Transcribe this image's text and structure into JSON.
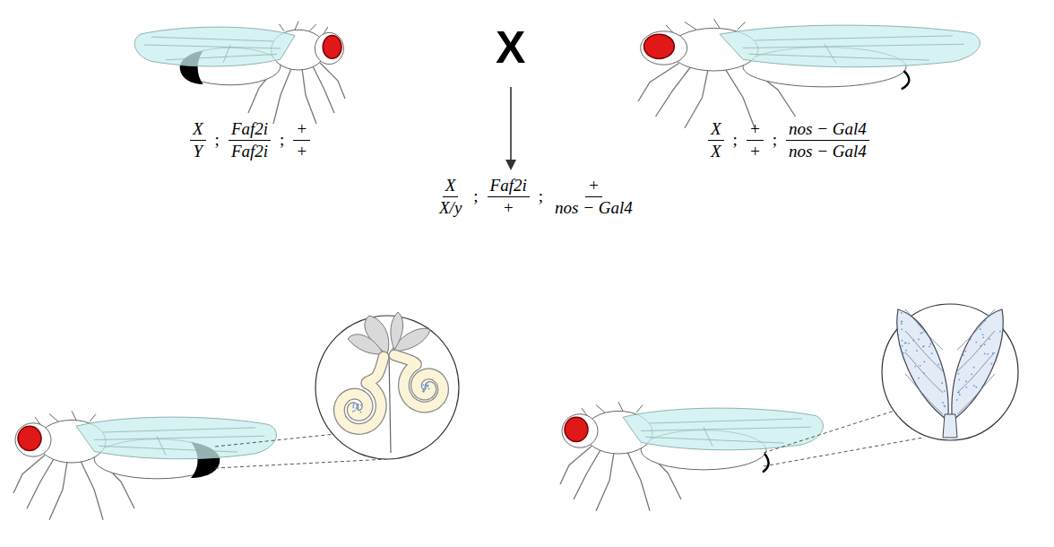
{
  "diagram": {
    "labels": [
      "X",
      "X",
      "Y",
      ";",
      "Faf2i",
      "Faf2i",
      ";",
      "+",
      "+",
      "X",
      "X",
      ";",
      "+",
      "+",
      ";",
      "nos − Gal4",
      "nos − Gal4",
      "X",
      "X/y",
      ";",
      "Faf2i",
      "+",
      ";",
      "+",
      "nos − Gal4"
    ]
  }
}
